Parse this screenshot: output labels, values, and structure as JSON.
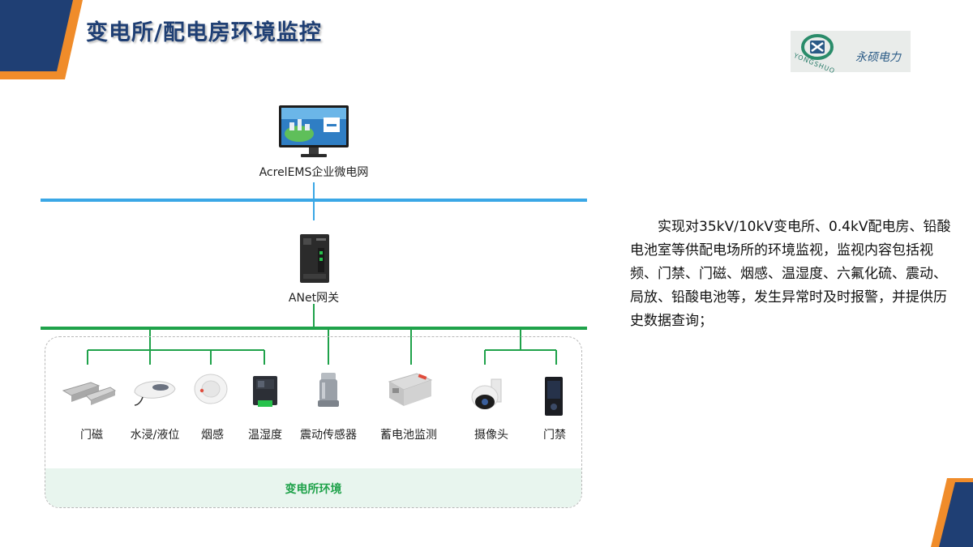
{
  "title": "变电所/配电房环境监控",
  "logo": {
    "name": "永硕电力",
    "sub": "YONGSHUO"
  },
  "platform": {
    "label": "AcrelEMS企业微电网",
    "icon": "monitor-icon"
  },
  "gateway": {
    "label": "ANet网关",
    "icon": "gateway-device-icon"
  },
  "devices": [
    {
      "label": "门磁",
      "icon": "door-magnet-icon"
    },
    {
      "label": "水浸/液位",
      "icon": "water-sensor-icon"
    },
    {
      "label": "烟感",
      "icon": "smoke-detector-icon"
    },
    {
      "label": "温湿度",
      "icon": "temp-humidity-icon"
    },
    {
      "label": "震动传感器",
      "icon": "vibration-sensor-icon"
    },
    {
      "label": "蓄电池监测",
      "icon": "battery-monitor-icon"
    },
    {
      "label": "摄像头",
      "icon": "camera-icon"
    },
    {
      "label": "门禁",
      "icon": "access-control-icon"
    }
  ],
  "environment_label": "变电所环境",
  "description": "实现对35kV/10kV变电所、0.4kV配电房、铅酸电池室等供配电场所的环境监视，监视内容包括视频、门禁、门磁、烟感、温湿度、六氟化硫、震动、局放、铅酸电池等，发生异常时及时报警，并提供历史数据查询；",
  "colors": {
    "title": "#1f3f74",
    "corner_navy": "#1f3f74",
    "corner_orange": "#f08c2a",
    "bus_blue": "#3aa7e6",
    "bus_green": "#1fa24a",
    "env_label": "#1fa24a"
  }
}
